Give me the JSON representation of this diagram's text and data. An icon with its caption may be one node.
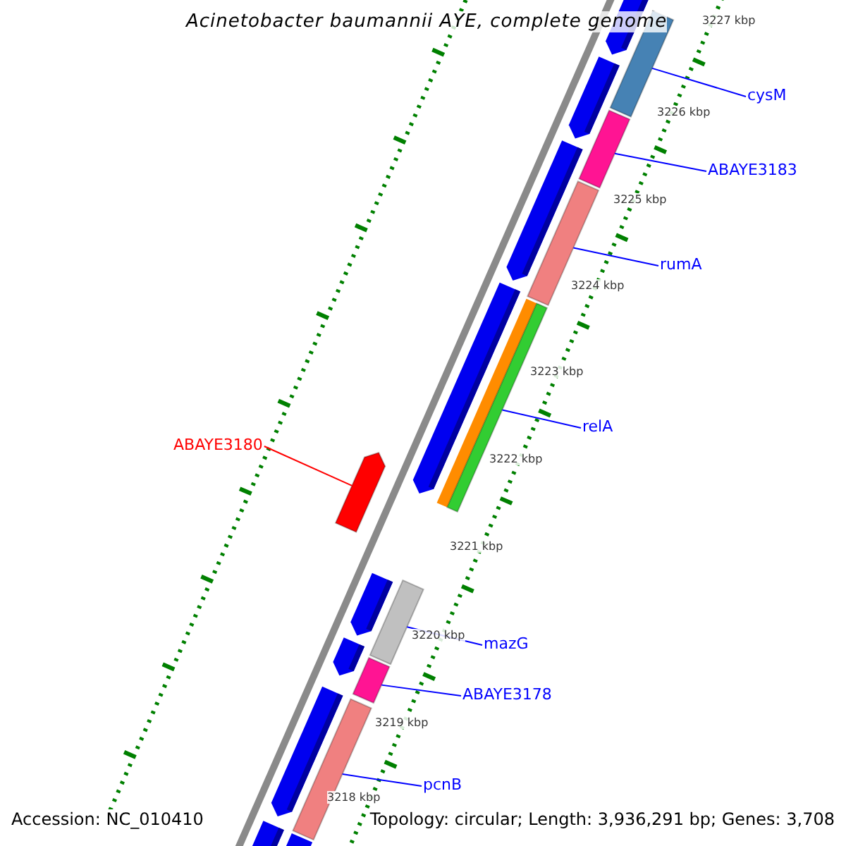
{
  "diagram": {
    "title": "Acinetobacter baumannii AYE, complete genome",
    "nodes": [
      {
        "text": [
          "cysM"
        ]
      },
      {
        "text": [
          "ABAYE3183"
        ]
      },
      {
        "text": [
          "rumA"
        ]
      },
      {
        "text": [
          "relA"
        ]
      },
      {
        "text": [
          "ABAYE3180"
        ]
      },
      {
        "text": [
          "mazG"
        ]
      },
      {
        "text": [
          "ABAYE3178"
        ]
      },
      {
        "text": [
          "pcnB"
        ]
      },
      {
        "text": [],
        "shape": "bar"
      },
      {
        "text": [],
        "shape": "bar"
      },
      {
        "text": [],
        "shape": "bar"
      },
      {
        "text": [],
        "shape": "bar"
      },
      {
        "text": [],
        "shape": "bar"
      },
      {
        "text": [],
        "shape": "bar"
      },
      {
        "text": [],
        "shape": "bar"
      },
      {
        "text": [],
        "shape": "bar"
      }
    ],
    "edges": [
      {
        "from": 0,
        "to": 8,
        "arrow": "none"
      },
      {
        "from": 1,
        "to": 9,
        "arrow": "none"
      },
      {
        "from": 2,
        "to": 10,
        "arrow": "none"
      },
      {
        "from": 3,
        "to": 11,
        "arrow": "none"
      },
      {
        "from": 4,
        "to": 12,
        "arrow": "none",
        "color": "#ff0000"
      },
      {
        "from": 5,
        "to": 13,
        "arrow": "none"
      },
      {
        "from": 6,
        "to": 14,
        "arrow": "none"
      },
      {
        "from": 7,
        "to": 15,
        "arrow": "none"
      }
    ],
    "labels": [
      "3227 kbp",
      "3226 kbp",
      "3225 kbp",
      "3224 kbp",
      "3223 kbp",
      "3222 kbp",
      "3221 kbp",
      "3220 kbp",
      "3219 kbp",
      "3218 kbp",
      "Accession: NC_010410",
      "Topology: circular; Length: 3,936,291 bp; Genes: 3,708"
    ]
  }
}
